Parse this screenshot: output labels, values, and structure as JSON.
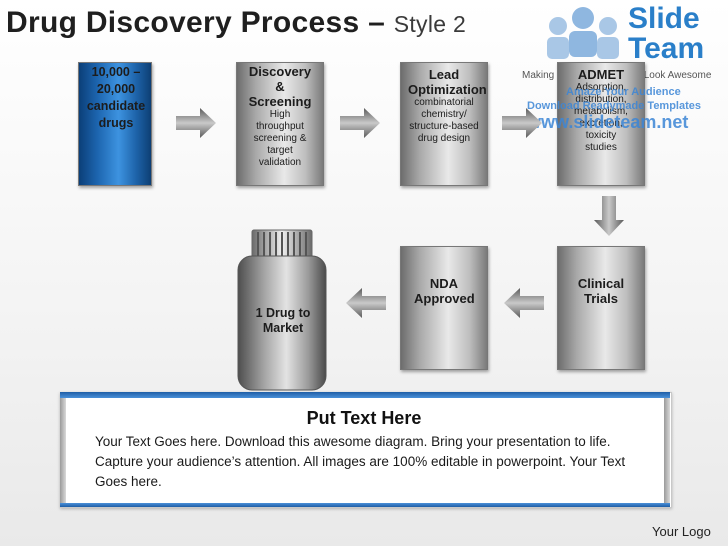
{
  "title": {
    "main": "Drug Discovery Process – ",
    "style": "Style 2"
  },
  "logo": {
    "line1": "Slide",
    "line2": "Team",
    "tagline": "Making Your Presentations Look Awesome"
  },
  "watermark": {
    "line1": "Amaze Your Audience",
    "line2": "Download Readymade Templates",
    "line3": "www.slideteam.net"
  },
  "steps": {
    "candidates": {
      "label": "10,000 – 20,000 candidate drugs"
    },
    "discovery": {
      "heading": "Discovery & Screening",
      "desc": "High throughput screening & target validation"
    },
    "lead": {
      "heading": "Lead Optimization",
      "desc": "combinatorial chemistry/ structure-based drug design"
    },
    "admet": {
      "heading": "ADMET",
      "desc": "Adsorption, distribution, metabolism, excretion, toxicity studies"
    },
    "clinical": {
      "heading": "Clinical Trials"
    },
    "nda": {
      "heading": "NDA Approved"
    },
    "market": {
      "label": "1 Drug to Market"
    }
  },
  "panel": {
    "title": "Put Text Here",
    "body": "Your Text Goes here. Download this awesome diagram. Bring your presentation to life. Capture your audience’s attention. All images are 100% editable in powerpoint. Your Text Goes here."
  },
  "footer": {
    "logo": "Your Logo"
  },
  "colors": {
    "accent": "#2a7fc9",
    "card_blue": "#1c64ae",
    "card_gray": "#bdbdbd",
    "panel_border": "#1f5ea6"
  }
}
